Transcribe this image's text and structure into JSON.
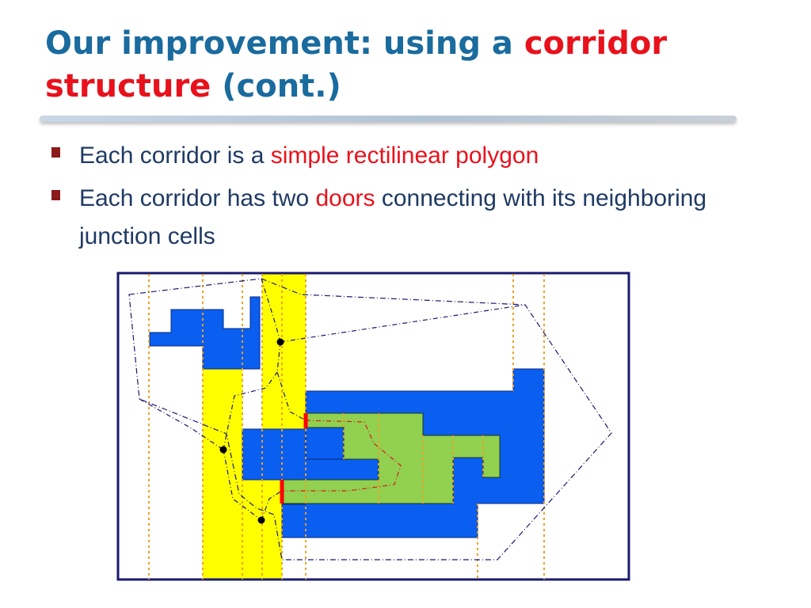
{
  "slide": {
    "title_part1": "Our improvement: using a ",
    "title_highlight1": "corridor",
    "title_highlight2": "structure",
    "title_part2": " (cont.)"
  },
  "bullets": [
    {
      "before": "Each corridor is a ",
      "highlight": "simple rectilinear polygon",
      "after": ""
    },
    {
      "before": "Each corridor has two ",
      "highlight": "doors",
      "after": " connecting with its neighboring junction cells"
    }
  ],
  "colors": {
    "title": "#1a6b9e",
    "highlight": "#e8121c",
    "bullet_text": "#1f3a63",
    "bullet_marker": "#8b1a1a",
    "obstacle": "#0a5ef0",
    "corridor": "#92d050",
    "junction_strip": "#ffff00",
    "door": "#ff0000",
    "dashed_guide": "#f0a020",
    "boundary": "#1a1a6e"
  }
}
